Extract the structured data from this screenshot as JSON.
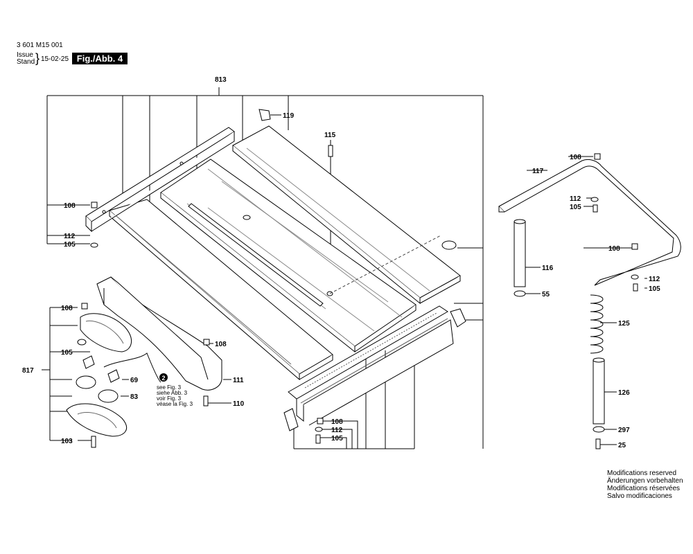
{
  "header": {
    "part_number": "3 601 M15 001",
    "issue_label": "Issue",
    "stand_label": "Stand",
    "brace": "}",
    "date": "15-02-25",
    "figure": "Fig./Abb. 4"
  },
  "labels": {
    "l813": "813",
    "l119": "119",
    "l115": "115",
    "l108a": "108",
    "l112a": "112",
    "l105a": "105",
    "l108b": "108",
    "l105b": "105",
    "l817": "817",
    "l69": "69",
    "l83": "83",
    "l103": "103",
    "l108c": "108",
    "l111": "111",
    "l110": "110",
    "l108d": "108",
    "l112d": "112",
    "l105d": "105",
    "l108e": "108",
    "l117": "117",
    "l112e": "112",
    "l105e": "105",
    "l116": "116",
    "l55": "55",
    "l108f": "108",
    "l112f": "112",
    "l105f": "105",
    "l125": "125",
    "l126": "126",
    "l297": "297",
    "l25": "25"
  },
  "callout": {
    "number": "2",
    "lines": [
      "see Fig. 3",
      "siehe Abb. 3",
      "voir Fig. 3",
      "véase la Fig. 3"
    ]
  },
  "notes": [
    "Modifications reserved",
    "Änderungen vorbehalten",
    "Modifications réservées",
    "Salvo modificaciones"
  ]
}
